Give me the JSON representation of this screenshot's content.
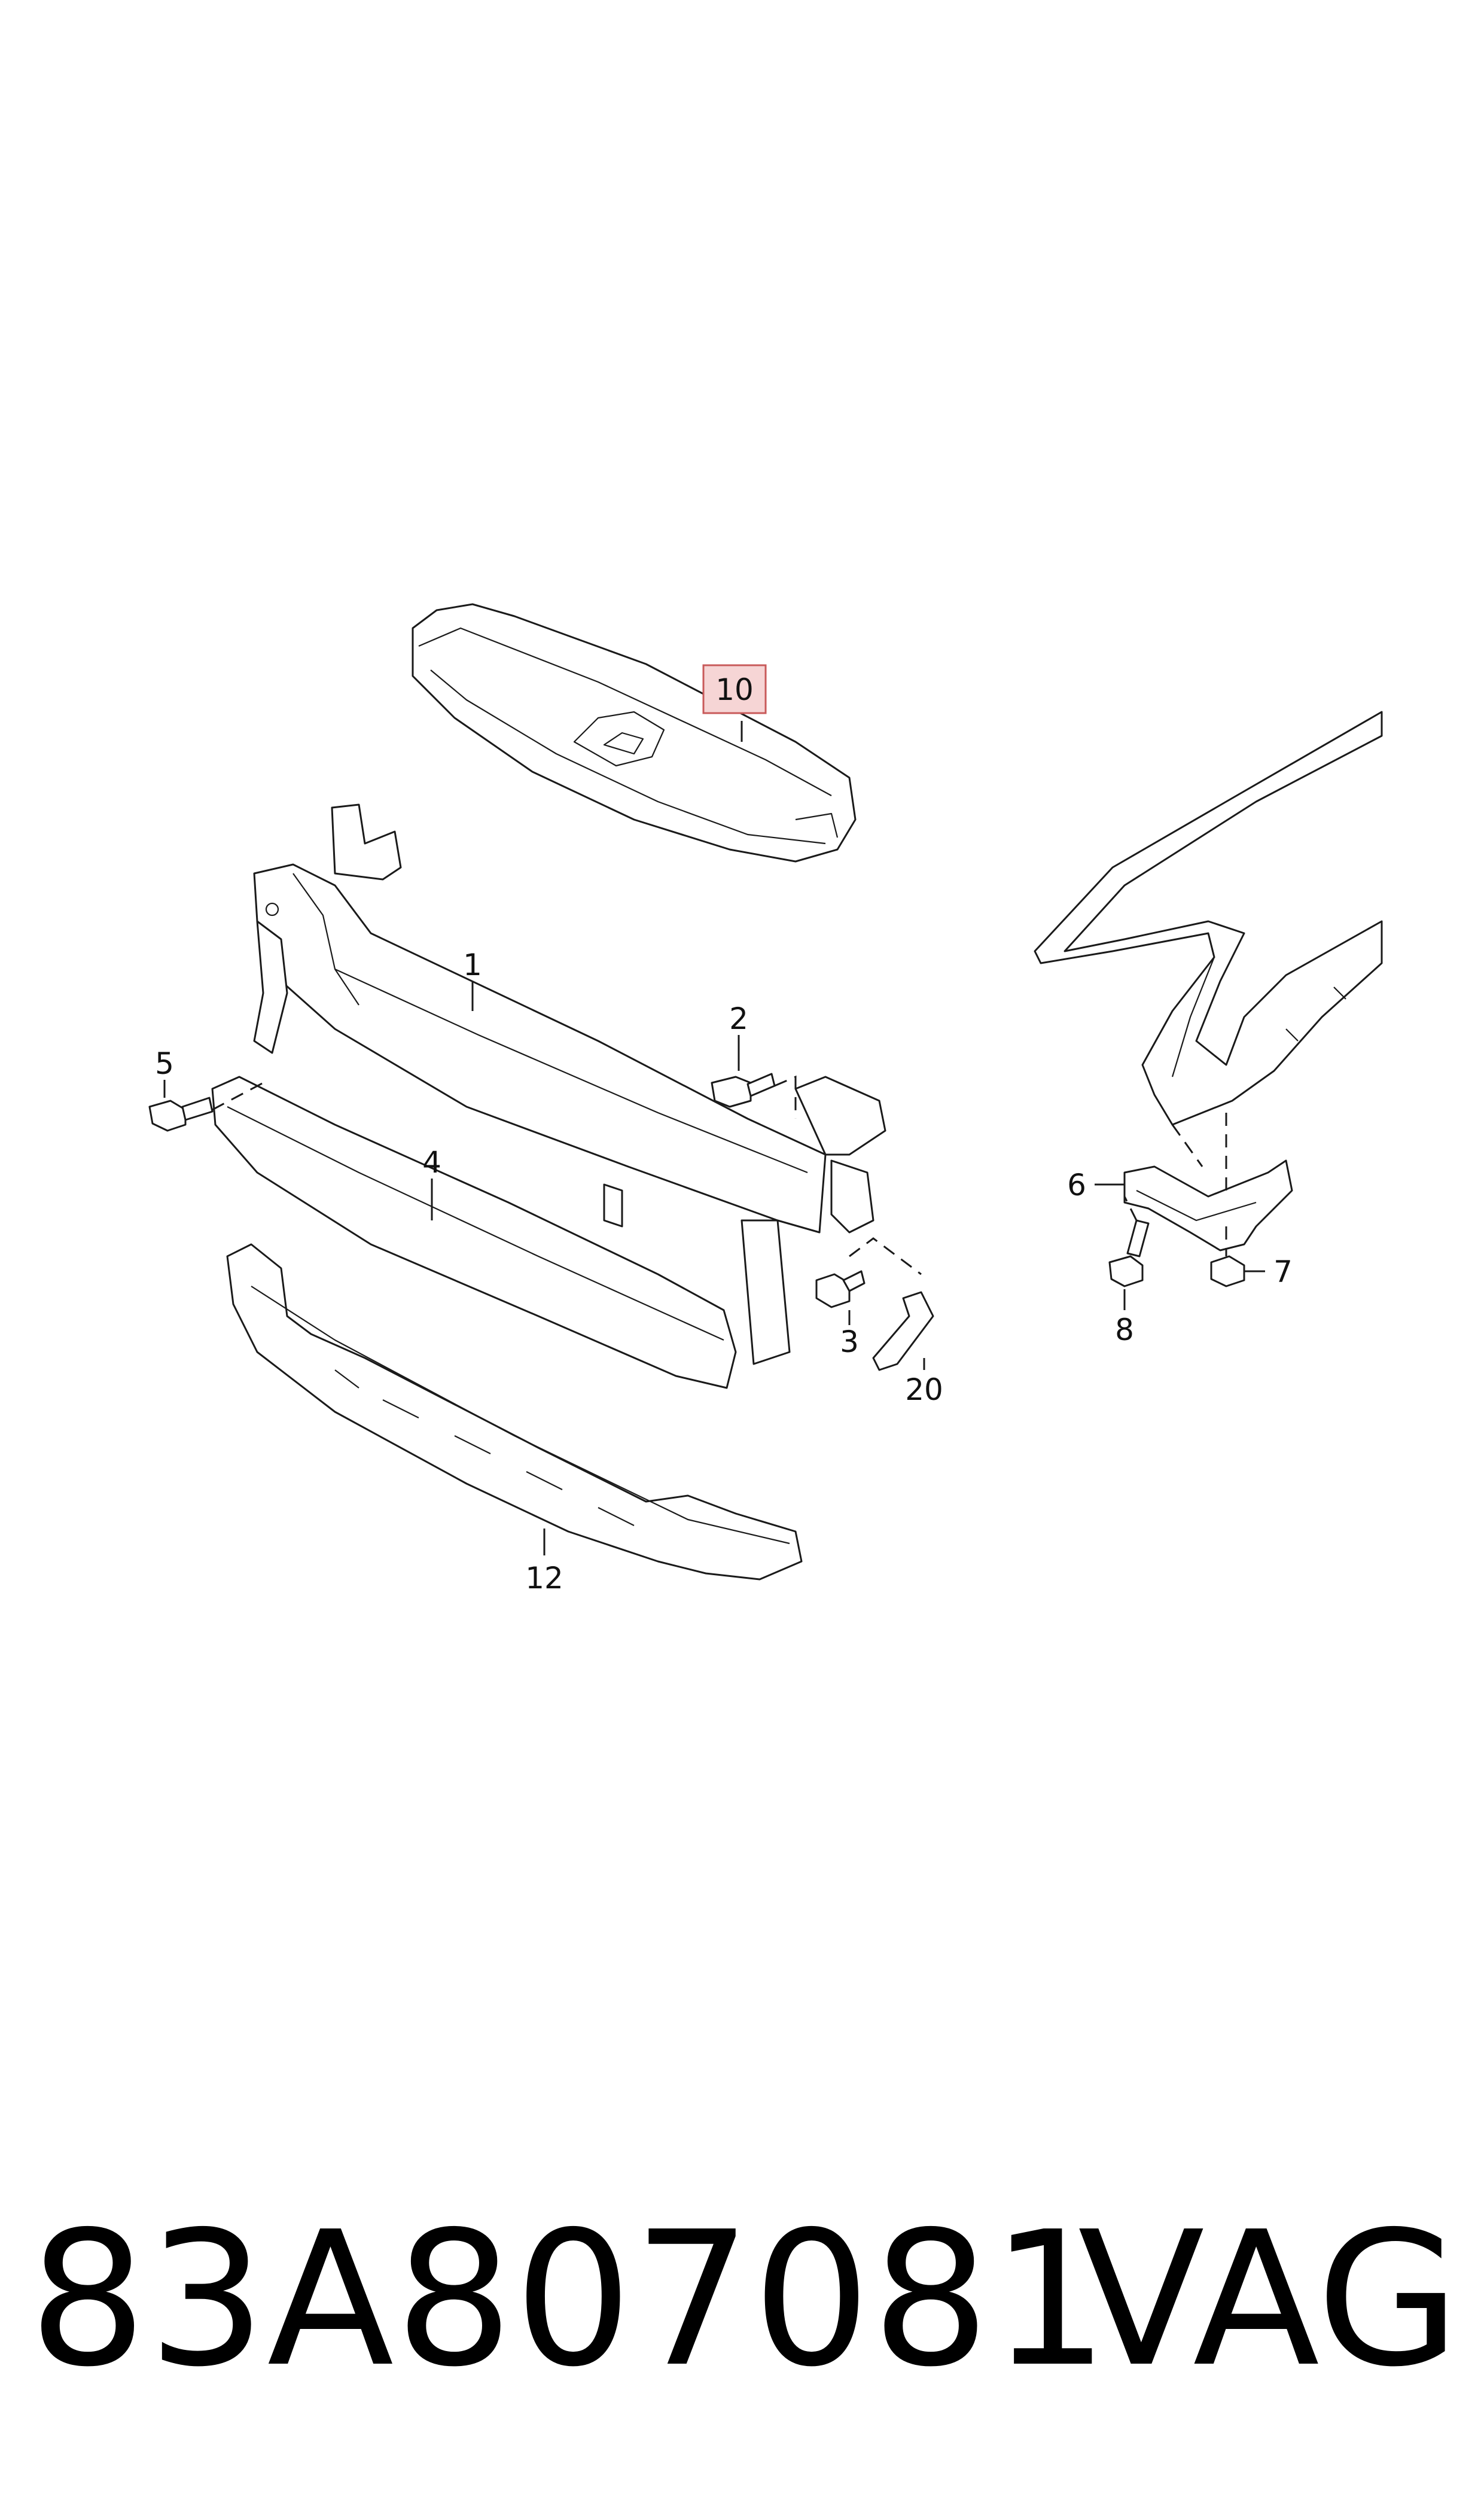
{
  "callouts": [
    {
      "id": "1",
      "text": "1"
    },
    {
      "id": "2",
      "text": "2"
    },
    {
      "id": "3",
      "text": "3"
    },
    {
      "id": "4",
      "text": "4"
    },
    {
      "id": "5",
      "text": "5"
    },
    {
      "id": "6",
      "text": "6"
    },
    {
      "id": "7",
      "text": "7"
    },
    {
      "id": "8",
      "text": "8"
    },
    {
      "id": "10",
      "text": "10"
    },
    {
      "id": "12",
      "text": "12"
    },
    {
      "id": "20",
      "text": "20"
    }
  ],
  "highlighted_callout": "10",
  "highlight_color": "#f6d5d5",
  "footer": {
    "part_number": "83A807081",
    "brand": "VAG"
  }
}
